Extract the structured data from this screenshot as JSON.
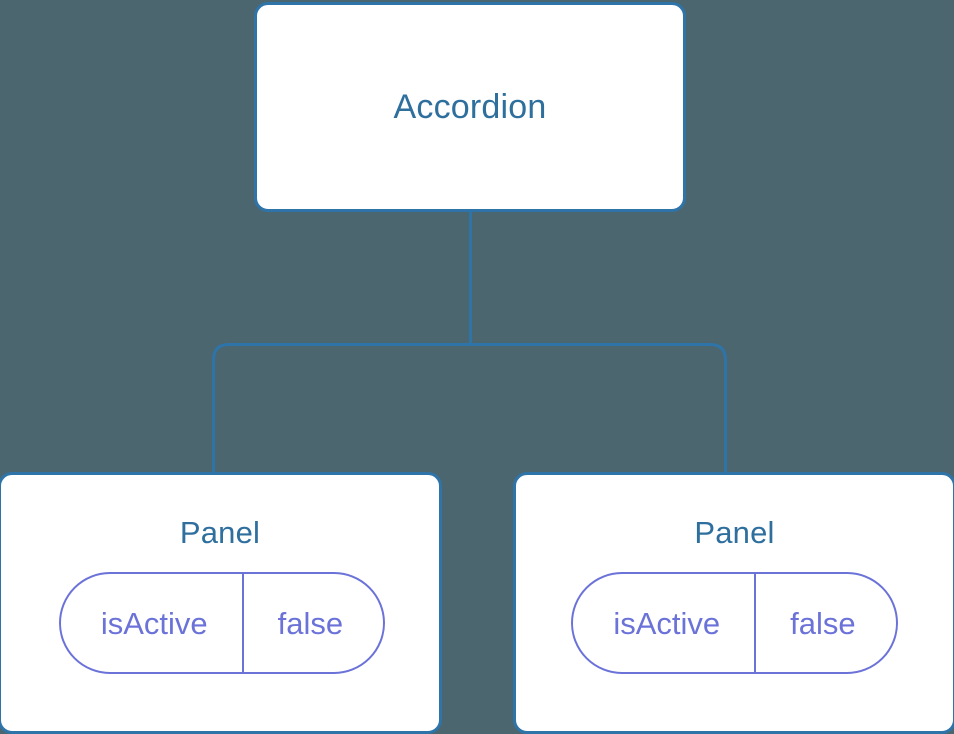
{
  "diagram": {
    "type": "component-tree",
    "background_color": "#4C6670",
    "node_fill": "#FFFFFF",
    "node_border_color": "#2E74A8",
    "title_color": "#2E6F9E",
    "badge_color": "#6B72D8",
    "connector_color": "#2E74A8"
  },
  "root": {
    "label": "Accordion"
  },
  "children": [
    {
      "label": "Panel",
      "state": {
        "key": "isActive",
        "value": "false"
      }
    },
    {
      "label": "Panel",
      "state": {
        "key": "isActive",
        "value": "false"
      }
    }
  ]
}
